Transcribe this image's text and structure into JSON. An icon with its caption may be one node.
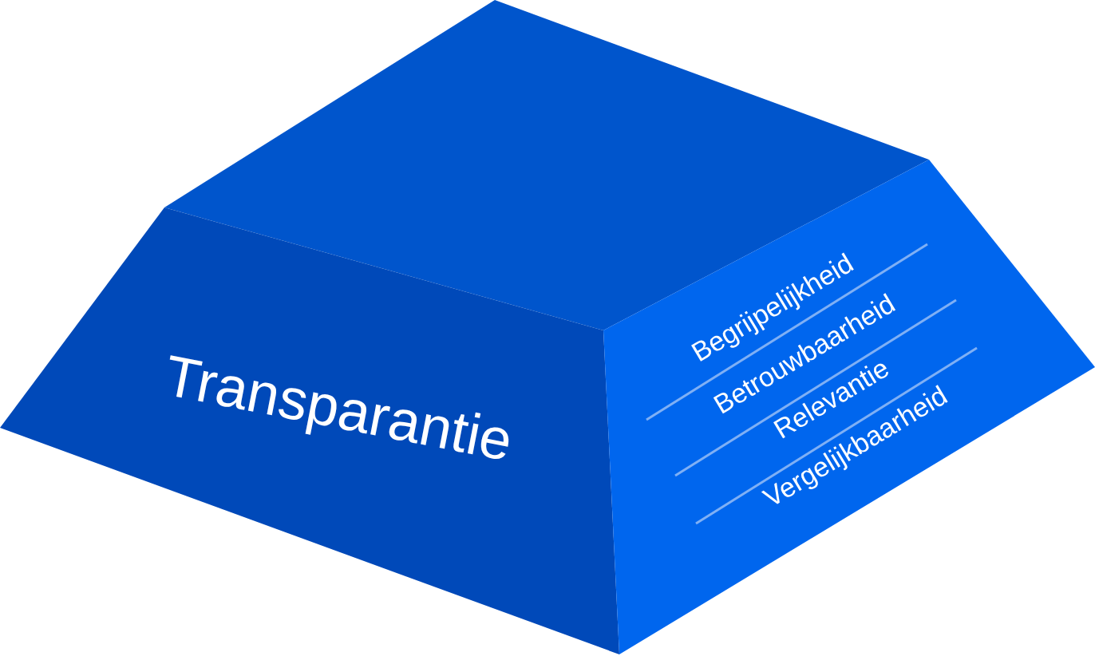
{
  "diagram": {
    "nodes": [
      {
        "text": [
          "Transparantie"
        ]
      },
      {
        "text": [
          "Begrijpelijkheid",
          "Betrouwbaarheid",
          "Relevantie",
          "Vergelijkbaarheid"
        ]
      }
    ]
  }
}
